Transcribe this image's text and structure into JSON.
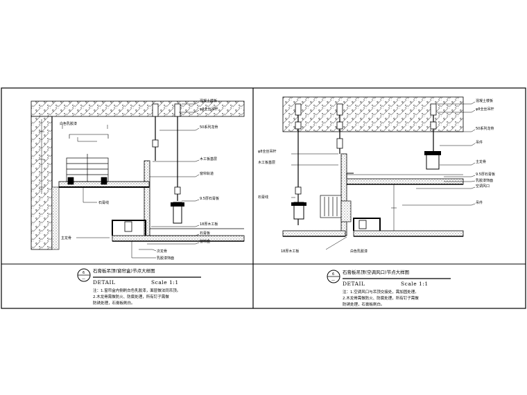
{
  "panels": [
    {
      "id": "left",
      "title": "石膏板吊顶(窗帘盒)节点大样图",
      "detail_label": "DETAIL",
      "scale_label": "Scale 1:1",
      "marker_top": "6",
      "marker_bottom": "—",
      "notes": [
        "注：1.窗帘盒内侧刷白色乳胶漆，面层做法同吊顶。",
        "2.木龙骨需做防火、防腐处理，所有钉子需做",
        "防锈处理，石膏板刷白。"
      ],
      "labels": [
        {
          "text": "混凝土楼板"
        },
        {
          "text": "φ8全丝吊杆"
        },
        {
          "text": "50系列龙骨"
        },
        {
          "text": "木工板基层"
        },
        {
          "text": "窗帘轨道"
        },
        {
          "text": "9.5厚石膏板"
        },
        {
          "text": "18厚木工板"
        },
        {
          "text": "石膏板"
        },
        {
          "text": "窗帘盒"
        },
        {
          "text": "主龙骨"
        },
        {
          "text": "次龙骨"
        },
        {
          "text": "乳胶漆饰面"
        },
        {
          "text": "白色乳胶漆"
        },
        {
          "text": "石膏线"
        }
      ]
    },
    {
      "id": "right",
      "title": "石膏板吊顶(空调风口)节点大样图",
      "detail_label": "DETAIL",
      "scale_label": "Scale 1:1",
      "marker_top": "6",
      "marker_bottom": "—",
      "notes": [
        "注：1.空调风口与吊顶交接处，需加固处理。",
        "2.木龙骨需做防火、防腐处理，所有钉子需做",
        "防锈处理，石膏板刷白。"
      ],
      "labels": [
        {
          "text": "混凝土楼板"
        },
        {
          "text": "φ8全丝吊杆"
        },
        {
          "text": "50系列龙骨"
        },
        {
          "text": "吊件"
        },
        {
          "text": "主龙骨"
        },
        {
          "text": "φ8全丝吊杆"
        },
        {
          "text": "木工板基层"
        },
        {
          "text": "9.5厚石膏板"
        },
        {
          "text": "乳胶漆饰面"
        },
        {
          "text": "空调风口"
        },
        {
          "text": "吊件"
        },
        {
          "text": "石膏线"
        },
        {
          "text": "18厚木工板"
        },
        {
          "text": "白色乳胶漆"
        }
      ]
    }
  ],
  "colors": {
    "line": "#000000",
    "background": "#ffffff"
  }
}
